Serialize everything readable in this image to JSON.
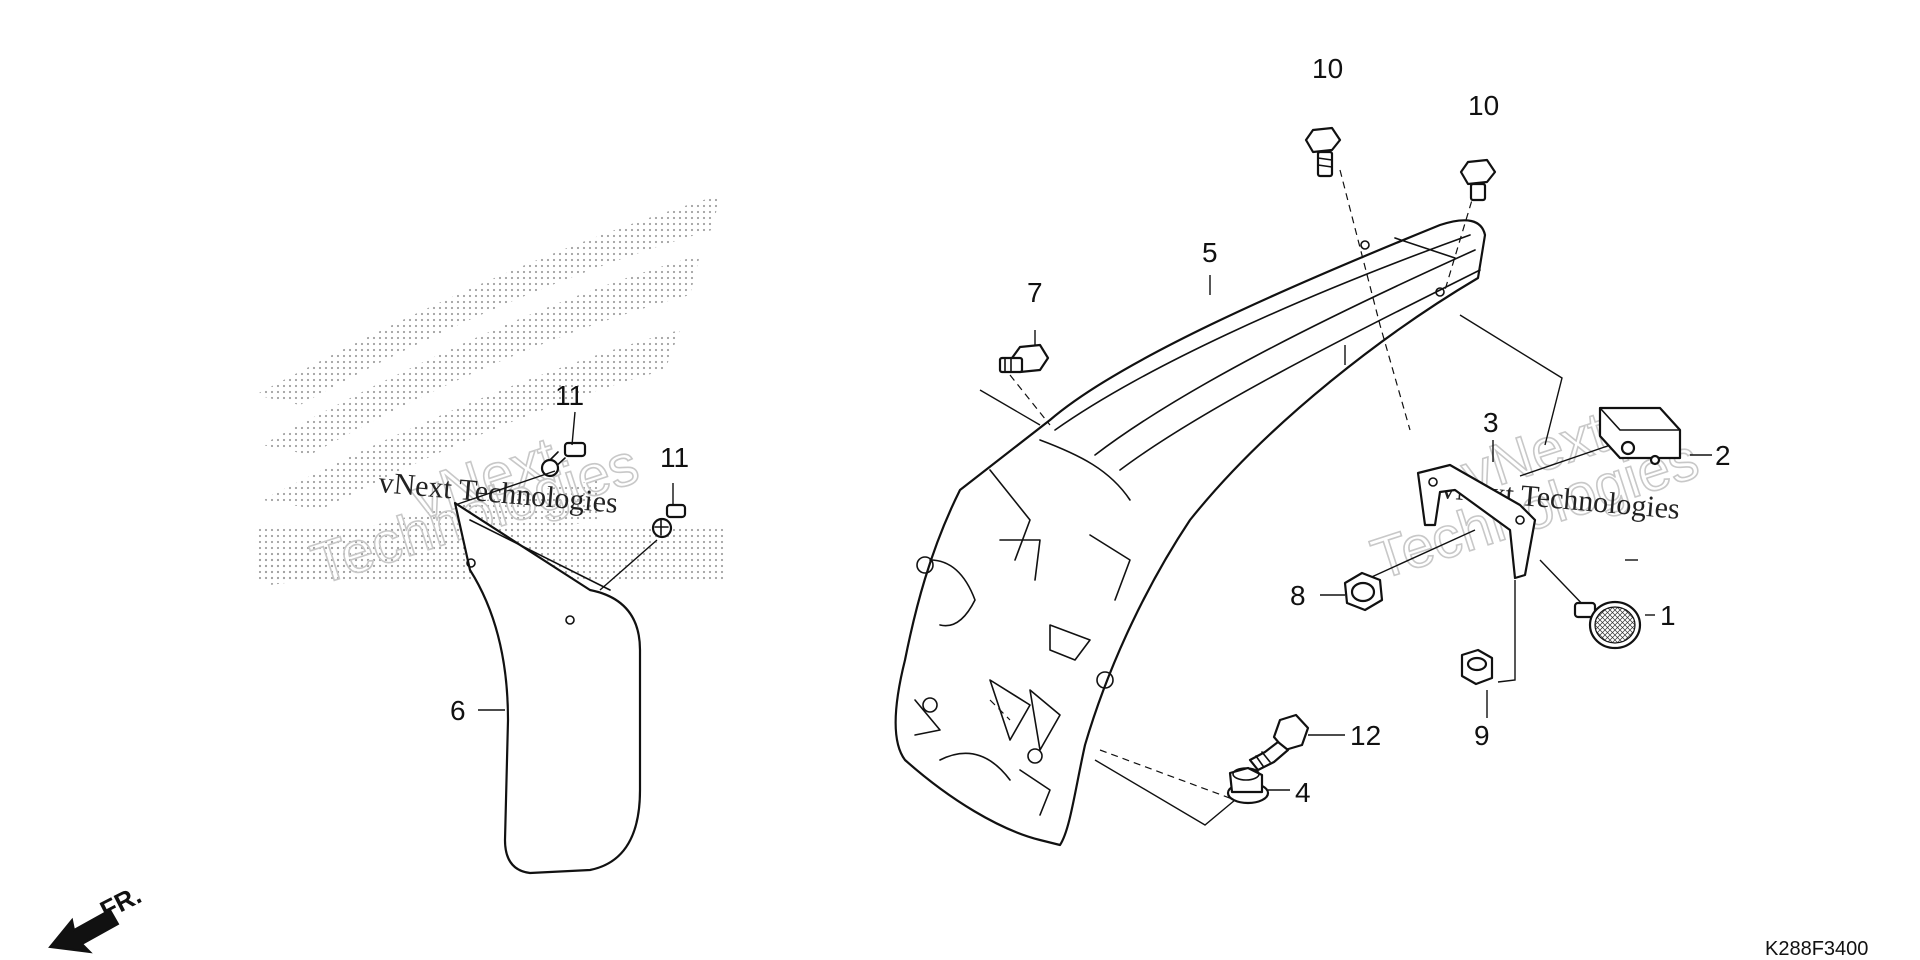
{
  "callouts": [
    {
      "id": "1",
      "label": "1"
    },
    {
      "id": "2",
      "label": "2"
    },
    {
      "id": "3",
      "label": "3"
    },
    {
      "id": "4",
      "label": "4"
    },
    {
      "id": "5",
      "label": "5"
    },
    {
      "id": "6",
      "label": "6"
    },
    {
      "id": "7",
      "label": "7"
    },
    {
      "id": "8",
      "label": "8"
    },
    {
      "id": "9",
      "label": "9"
    },
    {
      "id": "10a",
      "label": "10"
    },
    {
      "id": "10b",
      "label": "10"
    },
    {
      "id": "11a",
      "label": "11"
    },
    {
      "id": "11b",
      "label": "11"
    },
    {
      "id": "12",
      "label": "12"
    }
  ],
  "direction_label": "FR.",
  "diagram_code": "K288F3400",
  "watermark": {
    "line1": "vNext Technologies",
    "word1": "vNext",
    "word2": "Technologies"
  },
  "colors": {
    "ink": "#111111",
    "watermark_outline": "#c8c8c8",
    "background": "#ffffff"
  }
}
